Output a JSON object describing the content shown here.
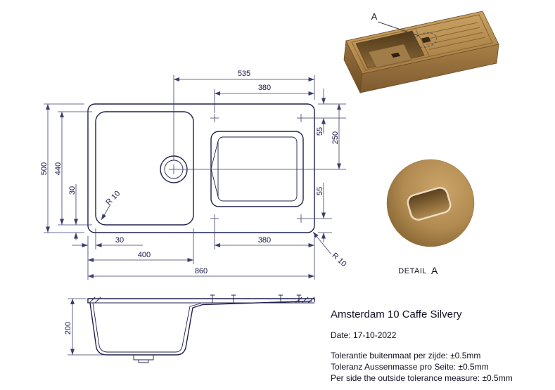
{
  "colors": {
    "background": "#ffffff",
    "line_geo": "#20204e",
    "line_dim": "#3c3c6e",
    "text_main": "#111122",
    "text_dim": "#14144a",
    "bronze_light": "#cda56b",
    "bronze_mid": "#aa8148",
    "bronze_dark": "#866432",
    "bronze_deep": "#5e431f",
    "hole_outline": "#ecdcc0"
  },
  "product": {
    "title": "Amsterdam 10 Caffe Silvery",
    "date": "Date: 17-10-2022",
    "tolerance_nl": "Tolerantie buitenmaat per zijde: ±0.5mm",
    "tolerance_de": "Toleranz Aussenmasse pro Seite: ±0.5mm",
    "tolerance_en": "Per side the outside tolerance measure: ±0.5mm"
  },
  "callout": {
    "letter": "A"
  },
  "detail": {
    "label": "DETAIL",
    "letter": "A"
  },
  "top_view": {
    "dim_535": "535",
    "dim_380_top": "380",
    "dim_500": "500",
    "dim_440": "440",
    "dim_30_left": "30",
    "dim_55_top": "55",
    "dim_250": "250",
    "dim_55_bottom": "55",
    "dim_30_bottom": "30",
    "dim_400": "400",
    "dim_380_bottom": "380",
    "dim_860": "860",
    "radius_bowl": "R 10",
    "radius_corner": "R 10"
  },
  "side_view": {
    "dim_200": "200"
  }
}
